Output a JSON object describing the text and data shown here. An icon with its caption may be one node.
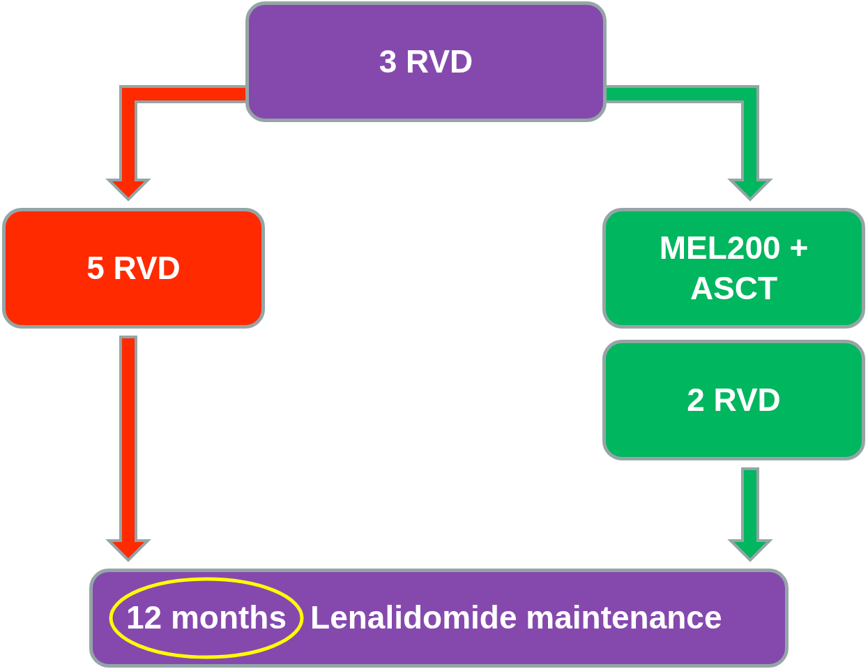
{
  "diagram": {
    "nodes": [
      {
        "text": [
          "3 RVD"
        ]
      },
      {
        "text": [
          "5 RVD"
        ]
      },
      {
        "text": [
          "MEL200 + ASCT"
        ]
      },
      {
        "text": [
          "2 RVD"
        ]
      },
      {
        "text": [
          "12 months",
          "Lenalidomide maintenance"
        ]
      }
    ],
    "edges": [
      {
        "from": 0,
        "to": 1,
        "arrow": "to",
        "color": "#ff2a00"
      },
      {
        "from": 0,
        "to": 2,
        "arrow": "to",
        "color": "#00b65e"
      },
      {
        "from": 1,
        "to": 4,
        "arrow": "to",
        "color": "#ff2a00"
      },
      {
        "from": 3,
        "to": 4,
        "arrow": "to",
        "color": "#00b65e"
      }
    ]
  }
}
